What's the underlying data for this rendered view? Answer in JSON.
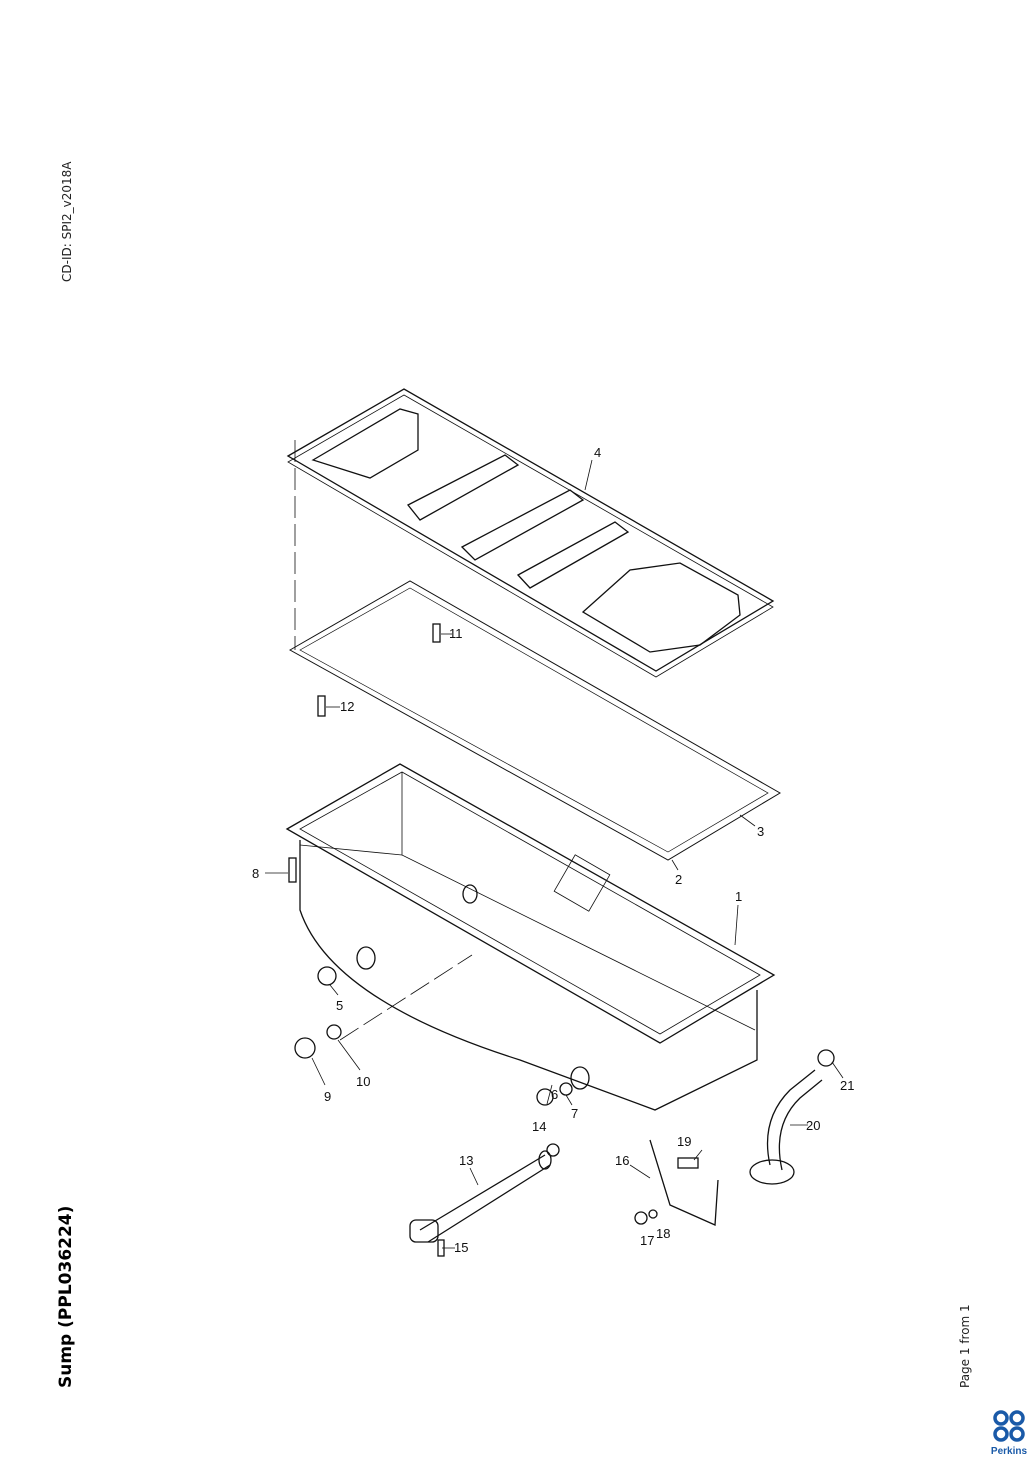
{
  "document": {
    "cd_id": "CD-ID: SPI2_v2018A",
    "title": "Sump (PPL036224)",
    "page_label": "Page 1 from 1",
    "logo_text": "Perkins",
    "brand_color": "#1a5aa8"
  },
  "callouts": [
    "1",
    "2",
    "3",
    "4",
    "5",
    "6",
    "7",
    "8",
    "9",
    "10",
    "11",
    "12",
    "13",
    "14",
    "15",
    "16",
    "17",
    "18",
    "19",
    "20",
    "21"
  ]
}
